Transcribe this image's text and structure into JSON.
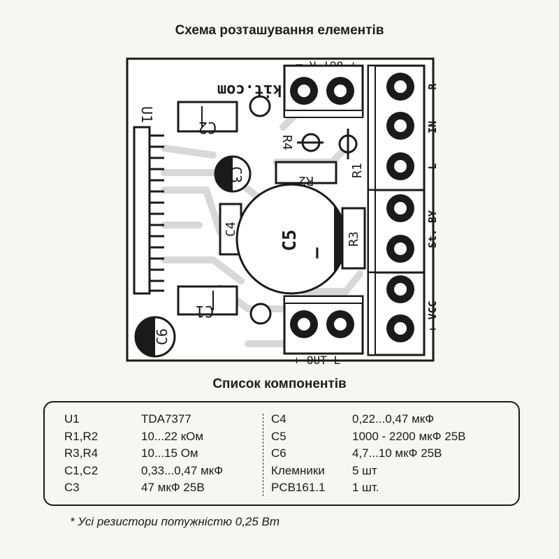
{
  "pcb_title": "Схема розташування елементів",
  "list_title": "Список компонентів",
  "pcb": {
    "site": "Radio-kit.com",
    "labels": {
      "out_r": "+ OUT R –",
      "out_l": "+ OUT L –",
      "terminal_r": "R",
      "terminal_in": "IN",
      "terminal_l": "L",
      "terminal_st": "St. BY",
      "terminal_vcc": "+ VCC –",
      "u1": "U1",
      "c1": "C1",
      "c2": "C2",
      "c3": "C3",
      "c4": "C4",
      "c5": "C5",
      "c6": "C6",
      "r1": "R1",
      "r2": "R2",
      "r3": "R3",
      "r4": "R4",
      "minus": "–"
    }
  },
  "components_left": [
    {
      "ref": "U1",
      "value": "TDA7377"
    },
    {
      "ref": "R1,R2",
      "value": "10...22 кОм"
    },
    {
      "ref": "R3,R4",
      "value": "10...15 Ом"
    },
    {
      "ref": "C1,C2",
      "value": "0,33...0,47 мкФ"
    },
    {
      "ref": "C3",
      "value": "47 мкФ 25В"
    }
  ],
  "components_right": [
    {
      "ref": "C4",
      "value": "0,22...0,47 мкФ"
    },
    {
      "ref": "C5",
      "value": "1000 - 2200 мкФ 25В"
    },
    {
      "ref": "C6",
      "value": "4,7...10 мкФ 25В"
    },
    {
      "ref": "Клемники",
      "value": "5 шт"
    },
    {
      "ref": "PCB161.1",
      "value": "1 шт."
    }
  ],
  "footnote": "* Усі резистори потужністю 0,25 Вт"
}
